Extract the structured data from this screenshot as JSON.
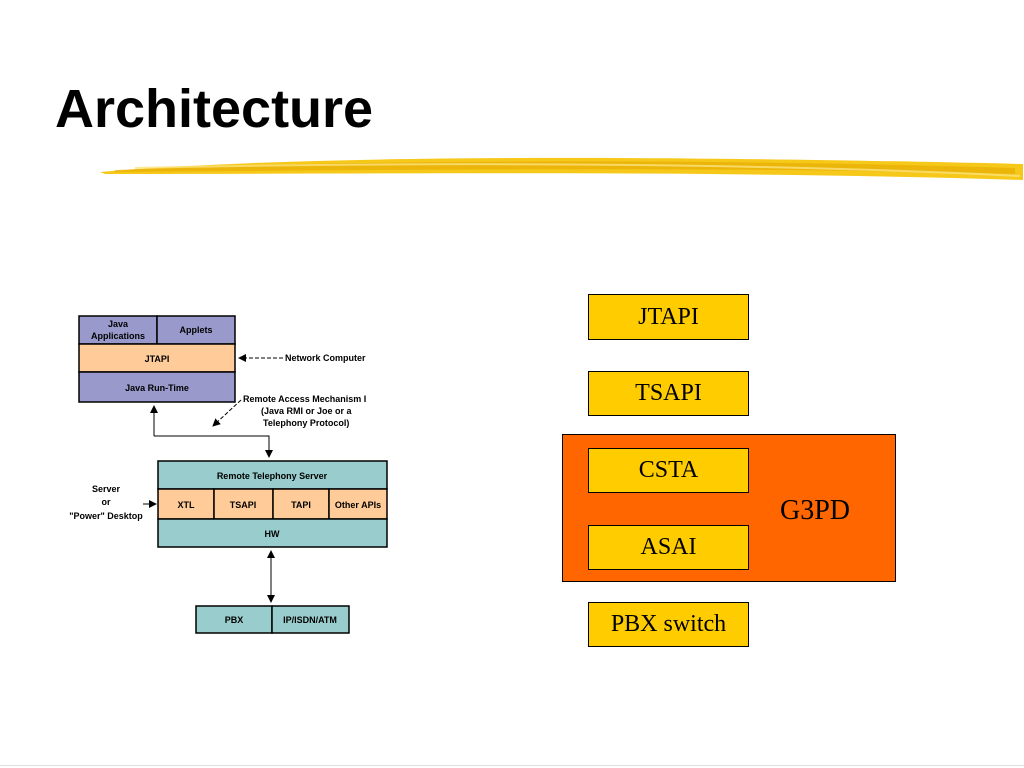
{
  "title": "Architecture",
  "left_diagram": {
    "client": {
      "java_apps_line1": "Java",
      "java_apps_line2": "Applications",
      "applets": "Applets",
      "jtapi": "JTAPI",
      "java_runtime": "Java Run-Time"
    },
    "network_computer": "Network Computer",
    "remote_access": [
      "Remote Access Mechanism I",
      "(Java RMI or Joe or a",
      "Telephony Protocol)"
    ],
    "server_label": [
      "Server",
      "or",
      "\"Power\" Desktop"
    ],
    "server": {
      "title": "Remote Telephony Server",
      "xtl": "XTL",
      "tsapi": "TSAPI",
      "tapi": "TAPI",
      "other_apis": "Other APIs",
      "hw": "HW"
    },
    "bottom": {
      "pbx": "PBX",
      "ip": "IP/ISDN/ATM"
    },
    "colors": {
      "purple": "#9999cc",
      "peach": "#ffcc99",
      "teal": "#99cccc"
    }
  },
  "right_stack": {
    "jtapi": "JTAPI",
    "tsapi": "TSAPI",
    "csta": "CSTA",
    "asai": "ASAI",
    "g3pd": "G3PD",
    "pbx_switch": "PBX switch",
    "colors": {
      "yellow": "#ffcc00",
      "orange": "#ff6600"
    }
  }
}
